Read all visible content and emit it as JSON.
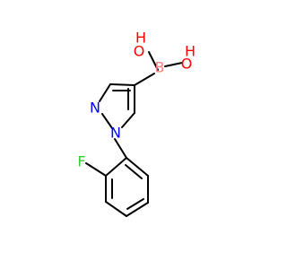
{
  "molecule": {
    "atoms": {
      "hydroxyl_top": {
        "symbol": "O",
        "sub": "H",
        "color": "#ff0000"
      },
      "hydroxyl_right": {
        "symbol": "O",
        "sub": "H",
        "color": "#ff0000"
      },
      "boron": {
        "symbol": "B",
        "color": "#ff8080"
      },
      "nitrogen_ring": {
        "symbol": "N",
        "color": "#0000ff"
      },
      "nitrogen_sub": {
        "symbol": "N",
        "color": "#0000ff"
      },
      "fluorine": {
        "symbol": "F",
        "color": "#33cc33"
      }
    },
    "bond_color": "#000000"
  }
}
